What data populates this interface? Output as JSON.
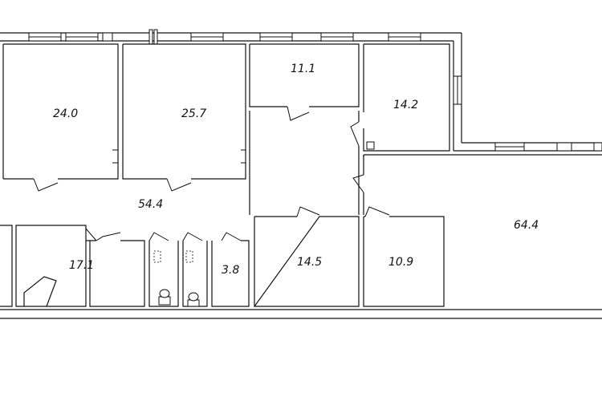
{
  "rooms": [
    {
      "area": "24.0"
    },
    {
      "area": "25.7"
    },
    {
      "area": "11.1"
    },
    {
      "area": "14.2"
    },
    {
      "area": "54.4"
    },
    {
      "area": "64.4"
    },
    {
      "area": "17.1"
    },
    {
      "area": "3.8"
    },
    {
      "area": "14.5"
    },
    {
      "area": "10.9"
    }
  ],
  "colors": {
    "line": "#111111",
    "background": "#ffffff"
  }
}
